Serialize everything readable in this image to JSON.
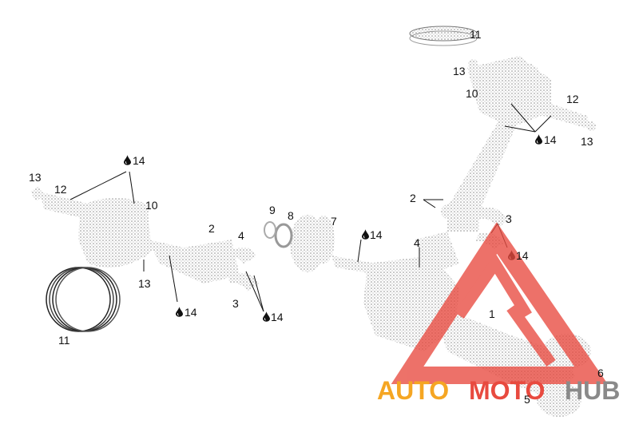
{
  "diagram": {
    "callouts": {
      "c11_top": "11",
      "c13_top": "13",
      "c10_right": "10",
      "c12_right": "12",
      "c14_right_top": "14",
      "c13_right": "13",
      "c14_left_top": "14",
      "c13_left": "13",
      "c12_left": "12",
      "c10_left": "10",
      "c2_right": "2",
      "c9": "9",
      "c8": "8",
      "c7": "7",
      "c14_mid": "14",
      "c3_right": "3",
      "c14_right_mid": "14",
      "c2_left": "2",
      "c4_left": "4",
      "c4_right": "4",
      "c13_lower_left": "13",
      "c14_lower_left": "14",
      "c3_left": "3",
      "c14_lower_mid": "14",
      "c1": "1",
      "c11_bottom": "11",
      "c6": "6",
      "c5": "5"
    }
  },
  "watermark": {
    "word_a": "AUTO",
    "word_b": "MOTO",
    "word_c": "HUB",
    "colors": {
      "orange": "#f5a623",
      "red": "#e84a3f",
      "gray": "#8a8a8a"
    }
  }
}
